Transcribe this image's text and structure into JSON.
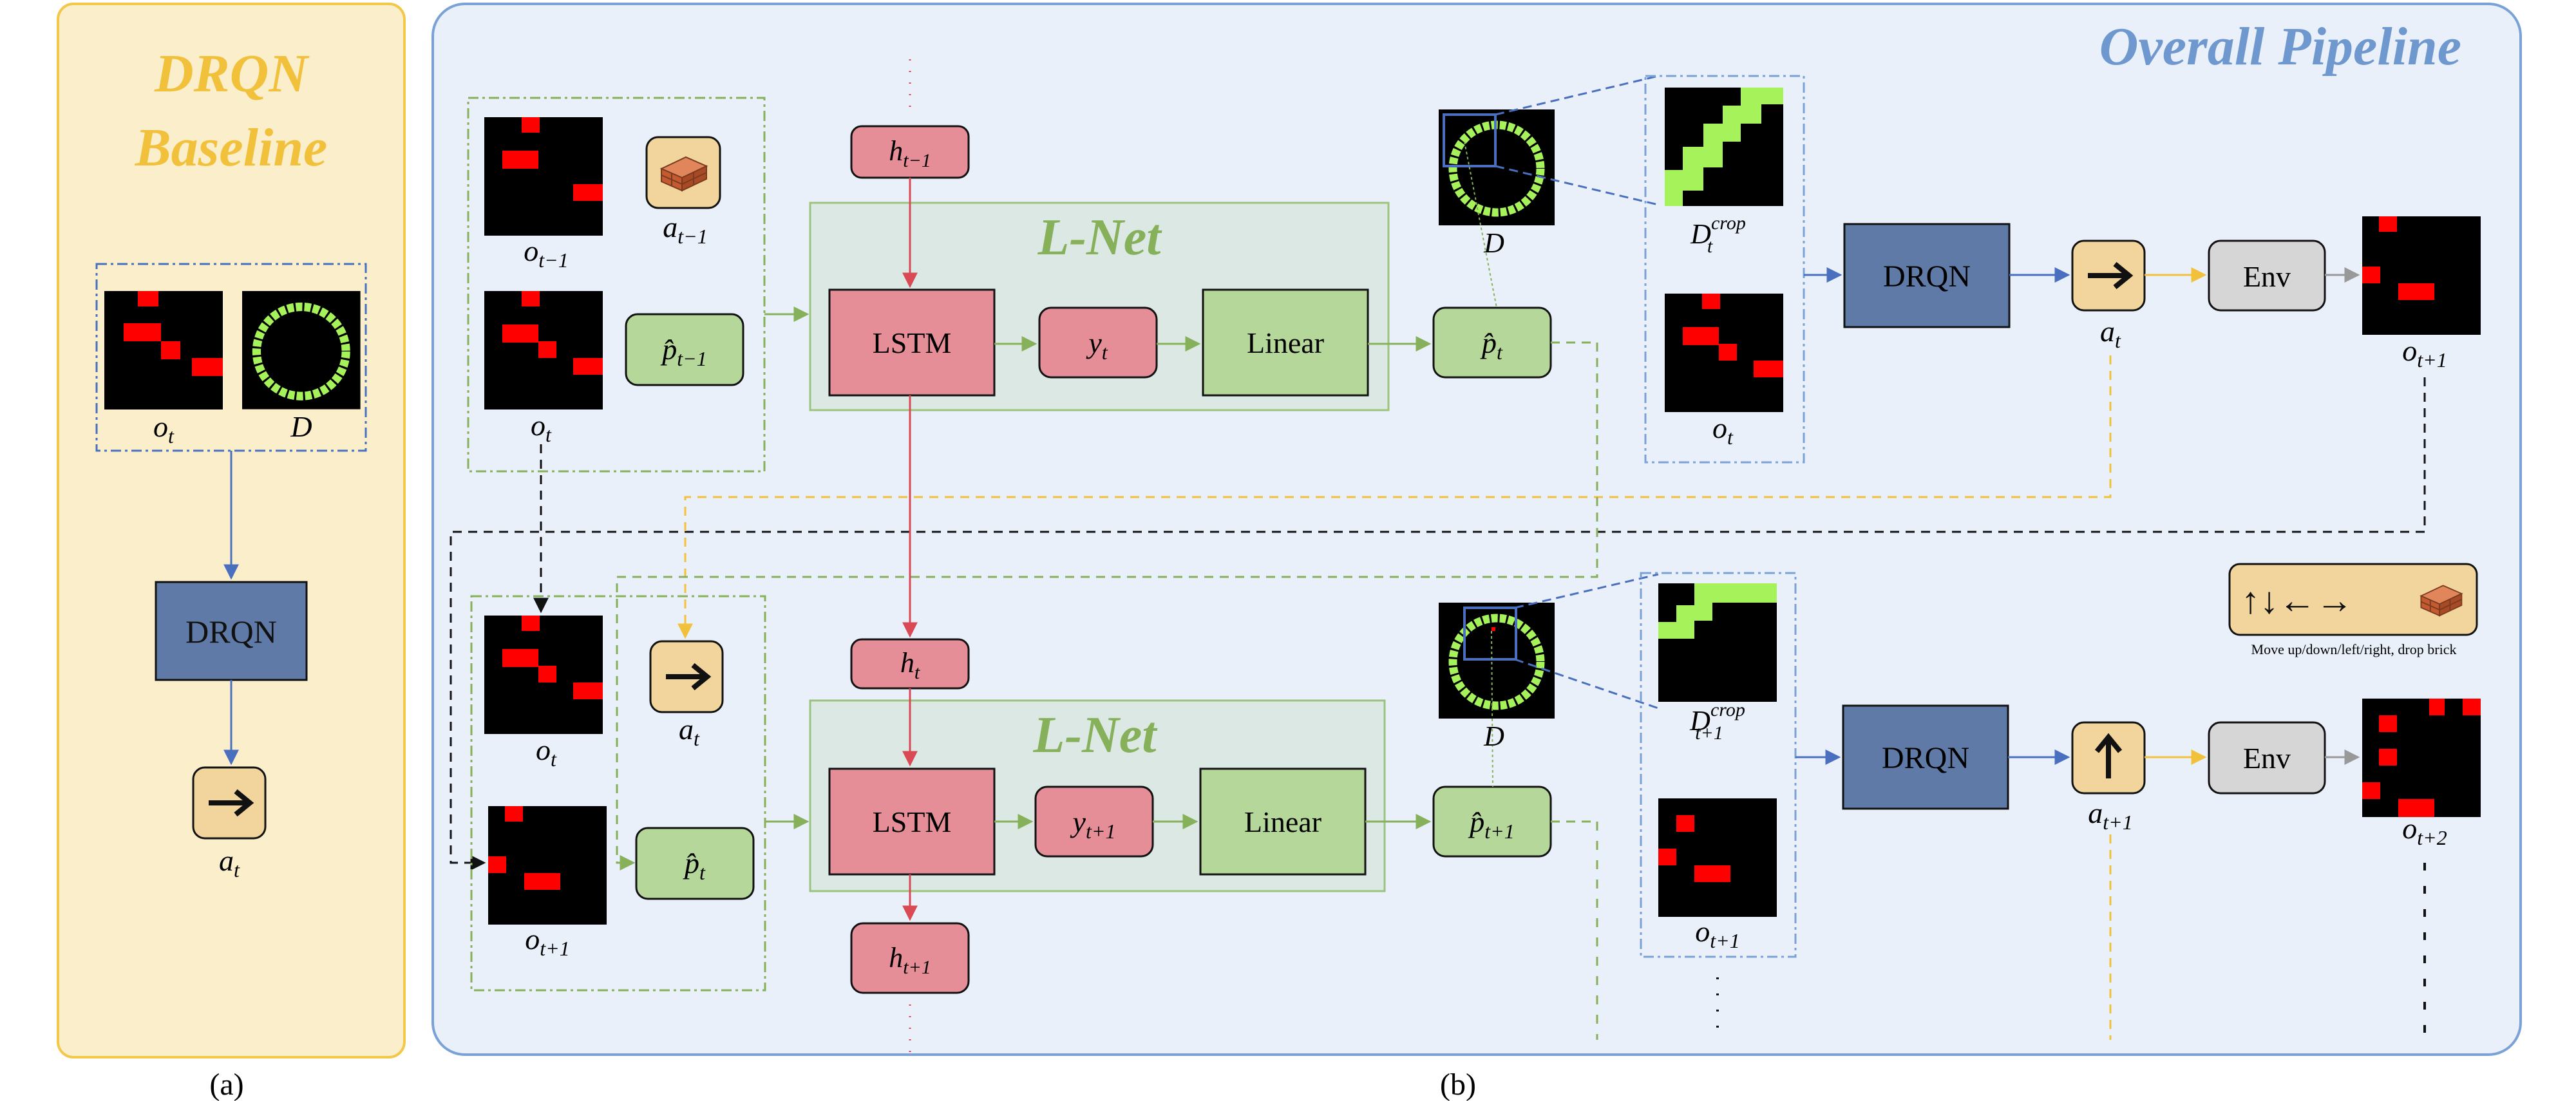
{
  "panel_a": {
    "title_line1": "DRQN",
    "title_line2": "Baseline",
    "obs_label": "o",
    "obs_sub": "t",
    "map_label": "D",
    "drqn_label": "DRQN",
    "action_label": "a",
    "action_sub": "t",
    "caption": "(a)"
  },
  "panel_b": {
    "title": "Overall Pipeline",
    "caption": "(b)",
    "lnet_title": "L-Net",
    "lstm_label": "LSTM",
    "linear_label": "Linear",
    "drqn_label": "DRQN",
    "env_label": "Env",
    "legend_arrows": "↑↓←→",
    "legend_caption": "Move up/down/left/right, drop brick",
    "top": {
      "h_prev": "h",
      "h_prev_sub": "t−1",
      "y": "y",
      "y_sub": "t",
      "p_hat": "p̂",
      "p_hat_sub": "t",
      "p_hat_prev": "p̂",
      "p_hat_prev_sub": "t−1",
      "o_prev": "o",
      "o_prev_sub": "t−1",
      "o": "o",
      "o_sub": "t",
      "a_prev": "a",
      "a_prev_sub": "t−1",
      "map": "D",
      "crop": "D",
      "crop_sup": "crop",
      "crop_sub": "t",
      "crop_obs": "o",
      "crop_obs_sub": "t",
      "action": "a",
      "action_sub": "t",
      "next_obs": "o",
      "next_obs_sub": "t+1"
    },
    "bottom": {
      "h": "h",
      "h_sub": "t",
      "h_next": "h",
      "h_next_sub": "t+1",
      "y": "y",
      "y_sub": "t+1",
      "p_hat": "p̂",
      "p_hat_sub": "t+1",
      "p_hat_in": "p̂",
      "p_hat_in_sub": "t",
      "o": "o",
      "o_sub": "t",
      "o_next": "o",
      "o_next_sub": "t+1",
      "a_in": "a",
      "a_in_sub": "t",
      "map": "D",
      "crop": "D",
      "crop_sup": "crop",
      "crop_sub": "t+1",
      "crop_obs": "o",
      "crop_obs_sub": "t+1",
      "action": "a",
      "action_sub": "t+1",
      "next_obs": "o",
      "next_obs_sub": "t+2"
    }
  },
  "colors": {
    "panel_a_fill": "#fbeecb",
    "panel_a_border": "#f2c84b",
    "panel_a_title": "#f2c13c",
    "panel_b_fill": "#e9f0fa",
    "panel_b_border": "#7aa2d6",
    "panel_b_title": "#6f98cf",
    "lnet_fill": "#dce8e4",
    "lnet_border": "#9cc47e",
    "lnet_title": "#86b05a",
    "pink_fill": "#e58e98",
    "green_fill": "#b5d79a",
    "drqn_fill": "#5f7aa6",
    "action_fill": "#f1d59c",
    "env_fill": "#d6d6d6",
    "red_line": "#d94a55",
    "green_line": "#86b05a",
    "blue_line": "#4a6fbf",
    "yellow_line": "#f2c13c",
    "gray_line": "#999999",
    "black_line": "#111111",
    "cell_red": "#ff0000",
    "cell_green": "#a6f25a"
  },
  "icons": {
    "brick": "brick-icon",
    "arrow_right": "arrow-right-icon",
    "arrow_up": "arrow-up-icon"
  }
}
